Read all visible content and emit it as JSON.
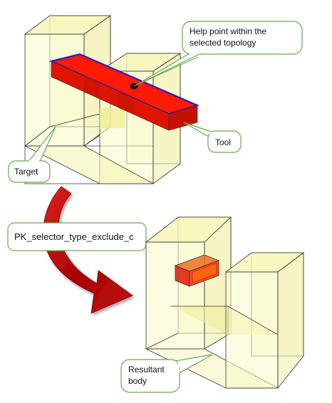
{
  "callouts": {
    "help_point": {
      "line1": "Help point within the",
      "line2": "selected topology"
    },
    "tool": "Tool",
    "target": "Target",
    "resultant": {
      "line1": "Resultant",
      "line2": "body"
    }
  },
  "step_label": "PK_selector_type_exclude_c",
  "colors": {
    "body_fill": "#fafac8",
    "body_edge": "#333333",
    "tool_fill": "#ff1a00",
    "tool_edge": "#1010dd",
    "arrow": "#b00000",
    "callout_border": "#6aa84f"
  }
}
